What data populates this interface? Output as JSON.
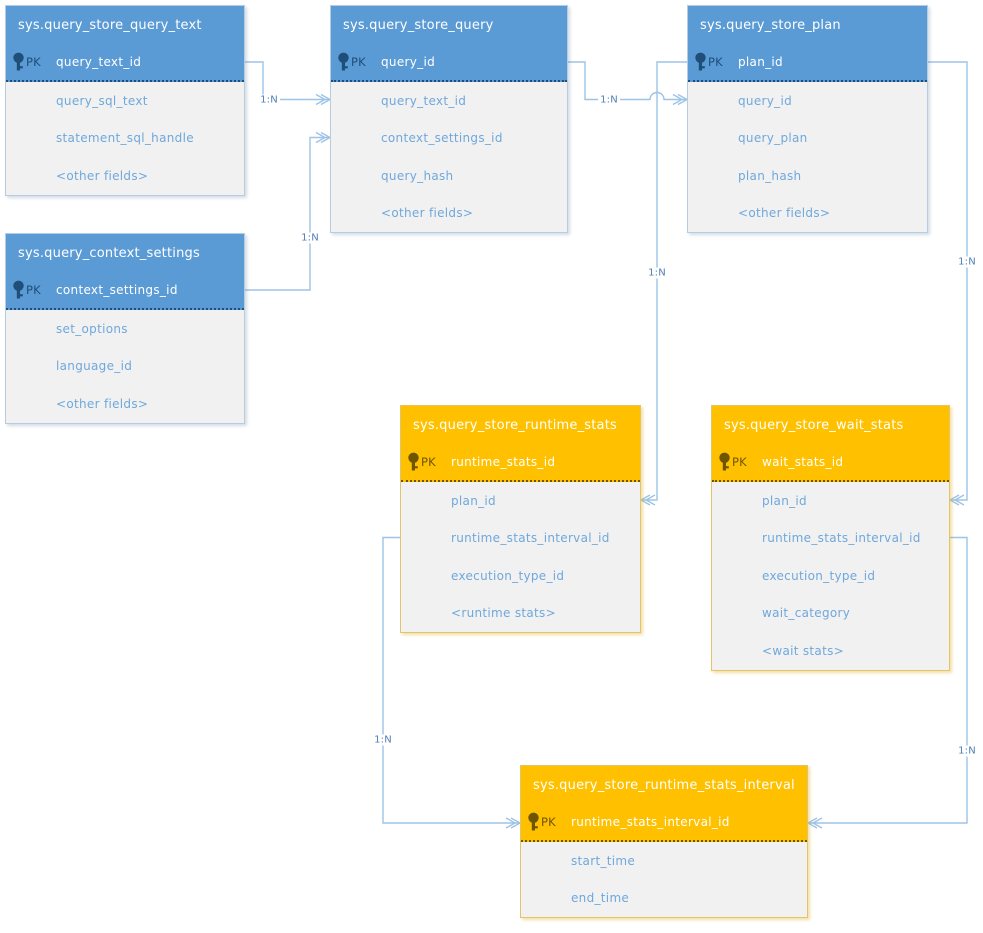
{
  "diagram": {
    "tables": [
      {
        "id": "query_text",
        "title": "sys.query_store_query_text",
        "theme": "blue",
        "pk_label": "PK",
        "pk_field": "query_text_id",
        "fields": [
          "query_sql_text",
          "statement_sql_handle",
          "<other fields>"
        ]
      },
      {
        "id": "query",
        "title": "sys.query_store_query",
        "theme": "blue",
        "pk_label": "PK",
        "pk_field": "query_id",
        "fields": [
          "query_text_id",
          "context_settings_id",
          "query_hash",
          "<other fields>"
        ]
      },
      {
        "id": "plan",
        "title": "sys.query_store_plan",
        "theme": "blue",
        "pk_label": "PK",
        "pk_field": "plan_id",
        "fields": [
          "query_id",
          "query_plan",
          "plan_hash",
          "<other fields>"
        ]
      },
      {
        "id": "context_settings",
        "title": "sys.query_context_settings",
        "theme": "blue",
        "pk_label": "PK",
        "pk_field": "context_settings_id",
        "fields": [
          "set_options",
          "language_id",
          "<other fields>"
        ]
      },
      {
        "id": "runtime_stats",
        "title": "sys.query_store_runtime_stats",
        "theme": "orange",
        "pk_label": "PK",
        "pk_field": "runtime_stats_id",
        "fields": [
          "plan_id",
          "runtime_stats_interval_id",
          "execution_type_id",
          "<runtime stats>"
        ]
      },
      {
        "id": "wait_stats",
        "title": "sys.query_store_wait_stats",
        "theme": "orange",
        "pk_label": "PK",
        "pk_field": "wait_stats_id",
        "fields": [
          "plan_id",
          "runtime_stats_interval_id",
          "execution_type_id",
          "wait_category",
          "<wait stats>"
        ]
      },
      {
        "id": "interval",
        "title": "sys.query_store_runtime_stats_interval",
        "theme": "orange",
        "pk_label": "PK",
        "pk_field": "runtime_stats_interval_id",
        "fields": [
          "start_time",
          "end_time"
        ]
      }
    ],
    "connectors": [
      {
        "id": "qt_q",
        "label": "1:N",
        "from": "sys.query_store_query_text.query_text_id",
        "to": "sys.query_store_query.query_text_id"
      },
      {
        "id": "cs_q",
        "label": "1:N",
        "from": "sys.query_context_settings.context_settings_id",
        "to": "sys.query_store_query.context_settings_id"
      },
      {
        "id": "q_p",
        "label": "1:N",
        "from": "sys.query_store_query.query_id",
        "to": "sys.query_store_plan.query_id"
      },
      {
        "id": "p_rs",
        "label": "1:N",
        "from": "sys.query_store_plan.plan_id",
        "to": "sys.query_store_runtime_stats.plan_id"
      },
      {
        "id": "p_ws",
        "label": "1:N",
        "from": "sys.query_store_plan.plan_id",
        "to": "sys.query_store_wait_stats.plan_id"
      },
      {
        "id": "rs_i",
        "label": "1:N",
        "from": "sys.query_store_runtime_stats.runtime_stats_interval_id",
        "to": "sys.query_store_runtime_stats_interval.runtime_stats_interval_id"
      },
      {
        "id": "ws_i",
        "label": "1:N",
        "from": "sys.query_store_wait_stats.runtime_stats_interval_id",
        "to": "sys.query_store_runtime_stats_interval.runtime_stats_interval_id"
      }
    ],
    "colors": {
      "blue_header": "#5B9BD5",
      "orange_header": "#FFC000",
      "body_bg": "#F1F1F1",
      "field_text": "#6FA8DC",
      "connector": "#9DC3E6",
      "pk_dark_blue": "#1F4E79",
      "pk_dark_orange": "#6E5600",
      "label_text": "#527FB4"
    }
  }
}
